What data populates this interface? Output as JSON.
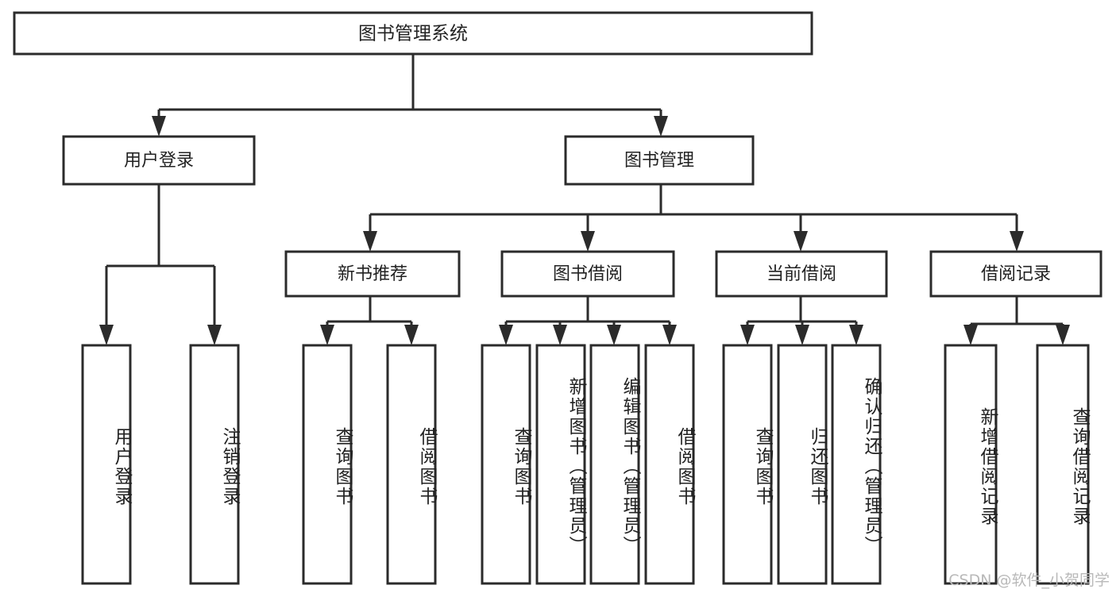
{
  "diagram": {
    "type": "tree-hierarchy",
    "title": "图书管理系统",
    "watermark": "CSDN @软件_小贺同学",
    "colors": {
      "box_stroke": "#2b2b2b",
      "box_fill": "#ffffff",
      "text": "#222222",
      "background": "#ffffff",
      "watermark": "#b9b9b9"
    },
    "root": {
      "label": "图书管理系统",
      "children": [
        {
          "label": "用户登录",
          "children": [
            {
              "label": "用户登录"
            },
            {
              "label": "注销登录"
            }
          ]
        },
        {
          "label": "图书管理",
          "children": [
            {
              "label": "新书推荐",
              "children": [
                {
                  "label": "查询图书"
                },
                {
                  "label": "借阅图书"
                }
              ]
            },
            {
              "label": "图书借阅",
              "children": [
                {
                  "label": "查询图书"
                },
                {
                  "label": "新增图书（管理员）"
                },
                {
                  "label": "编辑图书（管理员）"
                },
                {
                  "label": "借阅图书"
                }
              ]
            },
            {
              "label": "当前借阅",
              "children": [
                {
                  "label": "查询图书"
                },
                {
                  "label": "归还图书"
                },
                {
                  "label": "确认归还（管理员）"
                }
              ]
            },
            {
              "label": "借阅记录",
              "children": [
                {
                  "label": "新增借阅记录"
                },
                {
                  "label": "查询借阅记录"
                }
              ]
            }
          ]
        }
      ]
    },
    "nodes": {
      "root_title": "图书管理系统",
      "user_login": "用户登录",
      "book_manage": "图书管理",
      "new_book_rec": "新书推荐",
      "book_borrow": "图书借阅",
      "current_borrow": "当前借阅",
      "borrow_record": "借阅记录",
      "leaf_user_login": "用户登录",
      "leaf_logout": "注销登录",
      "leaf_rec_query": "查询图书",
      "leaf_rec_borrow": "借阅图书",
      "leaf_borrow_query": "查询图书",
      "leaf_borrow_add": "新增图书（管理员）",
      "leaf_borrow_edit": "编辑图书（管理员）",
      "leaf_borrow_borrow": "借阅图书",
      "leaf_cur_query": "查询图书",
      "leaf_cur_return": "归还图书",
      "leaf_cur_confirm": "确认归还（管理员）",
      "leaf_rec_add": "新增借阅记录",
      "leaf_rec_query2": "查询借阅记录"
    }
  }
}
